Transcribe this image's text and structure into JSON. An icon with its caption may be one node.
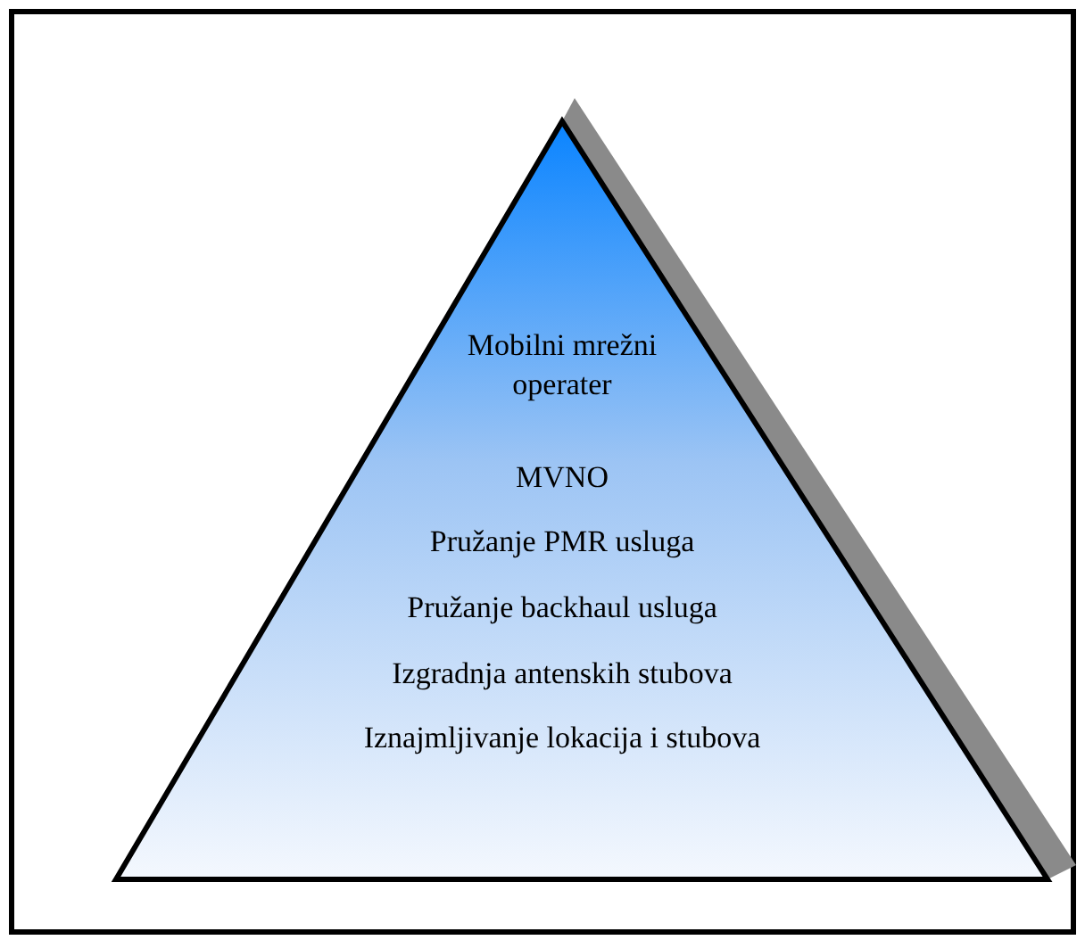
{
  "diagram": {
    "nodes": [
      {
        "text": [
          "Mobilni mrežni operater",
          "MVNO",
          "Pružanje PMR usluga",
          "Pružanje backhaul usluga",
          "Izgradnja antenskih stubova",
          "Iznajmljivanje lokacija i stubova"
        ]
      }
    ]
  }
}
